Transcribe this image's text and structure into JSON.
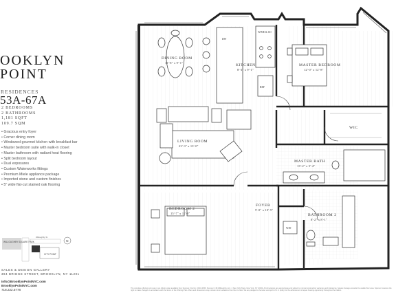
{
  "brand": {
    "line1": "OOKLYN",
    "line2": "POINT"
  },
  "residences_label": "RESIDENCES",
  "unit": "53A-67A",
  "specs": [
    "2 BEDROOMS",
    "2 BATHROOMS",
    "1,181 SQFT",
    "109.7 SQM"
  ],
  "features": [
    "Gracious entry foyer",
    "Corner dining room",
    "Windowed gourmet kitchen with breakfast bar",
    "Master bedroom suite with walk-in closet",
    "Master bathroom with radiant heat flooring",
    "Split bedroom layout",
    "Dual exposures",
    "Custom Waterworks fittings",
    "Premium Miele appliance package",
    "Imported stone and custom finishes",
    "5\" wide flat-cut stained oak flooring"
  ],
  "keymap": {
    "park": "WILLOUGHBY SQUARE PARK",
    "street": "Willoughby St",
    "building": "CITY POINT",
    "north": "N"
  },
  "sales": {
    "line1": "SALES & DESIGN GALLERY",
    "line2": "394 BRIDGE STREET, BROOKLYN, NY 11201"
  },
  "contact": {
    "email": "info@BrooklynPointNYC.com",
    "web": "BrooklynPointNYC.com",
    "phone": "718.222.5778"
  },
  "disclaimer": "The complete offering terms are in an offering plan available from Sponsor. File No. CD16-0056. Sponsor: 138 Willoughby LLC, 4 New York Plaza, New York, NY 10004. All dimensions are approximate and subject to normal construction variances and tolerances. Square footage exceeds the usable floor area. Sponsor reserves the right to make changes in accordance with the terms of the Offering Plan. Plans and dimensions may contain minor variations from floor to floor. We are pledged to the letter and spirit of U.S. policy for the achievement of equal housing opportunity throughout the Nation.",
  "rooms": {
    "dining": {
      "name": "DINING ROOM",
      "dim": "11'-8\" x 9'-1\""
    },
    "kitchen": {
      "name": "KITCHEN",
      "dim": "8'-3\" x 9'-1\""
    },
    "master": {
      "name": "MASTER BEDROOM",
      "dim": "12'-0\" x 12'-8\""
    },
    "living": {
      "name": "LIVING ROOM",
      "dim": "23'-3\" x 13'-0\""
    },
    "wic": {
      "name": "WIC"
    },
    "master_bath": {
      "name": "MASTER BATH",
      "dim": "13'-2\" x 5'-4\""
    },
    "bedroom2": {
      "name": "BEDROOM 2",
      "dim": "15'-7\" x 11'-0\""
    },
    "foyer": {
      "name": "FOYER",
      "dim": "5'-0\" x 10'-5\""
    },
    "bath2": {
      "name": "BATHROOM 2",
      "dim": "8'-2\" x 8'-1\""
    }
  },
  "fixtures": {
    "dw": "DW",
    "wine": "WINE & SO",
    "ref": "REF",
    "wd": "W/D"
  }
}
